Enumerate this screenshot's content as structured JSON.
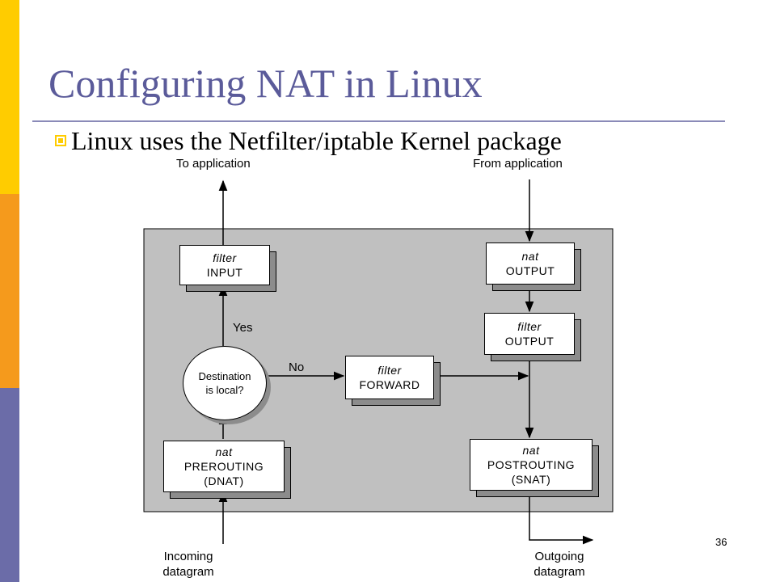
{
  "slide": {
    "title": "Configuring NAT in Linux",
    "bullet": "Linux uses the Netfilter/iptable Kernel package",
    "page_number": "36"
  },
  "colors": {
    "side_yellow": "#FFCC00",
    "side_orange": "#F59A1C",
    "side_blue": "#6B6CA8",
    "title": "#5B5B9A",
    "panel": "#C0C0C0"
  },
  "diagram": {
    "labels": {
      "to_application": "To application",
      "from_application": "From application",
      "yes": "Yes",
      "no": "No",
      "incoming_line1": "Incoming",
      "incoming_line2": "datagram",
      "outgoing_line1": "Outgoing",
      "outgoing_line2": "datagram"
    },
    "decision": {
      "line1": "Destination",
      "line2": "is local?"
    },
    "nodes": {
      "filter_input": {
        "table": "filter",
        "chain": "INPUT"
      },
      "nat_output": {
        "table": "nat",
        "chain": "OUTPUT"
      },
      "filter_output": {
        "table": "filter",
        "chain": "OUTPUT"
      },
      "filter_forward": {
        "table": "filter",
        "chain": "FORWARD"
      },
      "nat_prerouting": {
        "table": "nat",
        "chain": "PREROUTING",
        "target": "(DNAT)"
      },
      "nat_postrouting": {
        "table": "nat",
        "chain": "POSTROUTING",
        "target": "(SNAT)"
      }
    }
  }
}
